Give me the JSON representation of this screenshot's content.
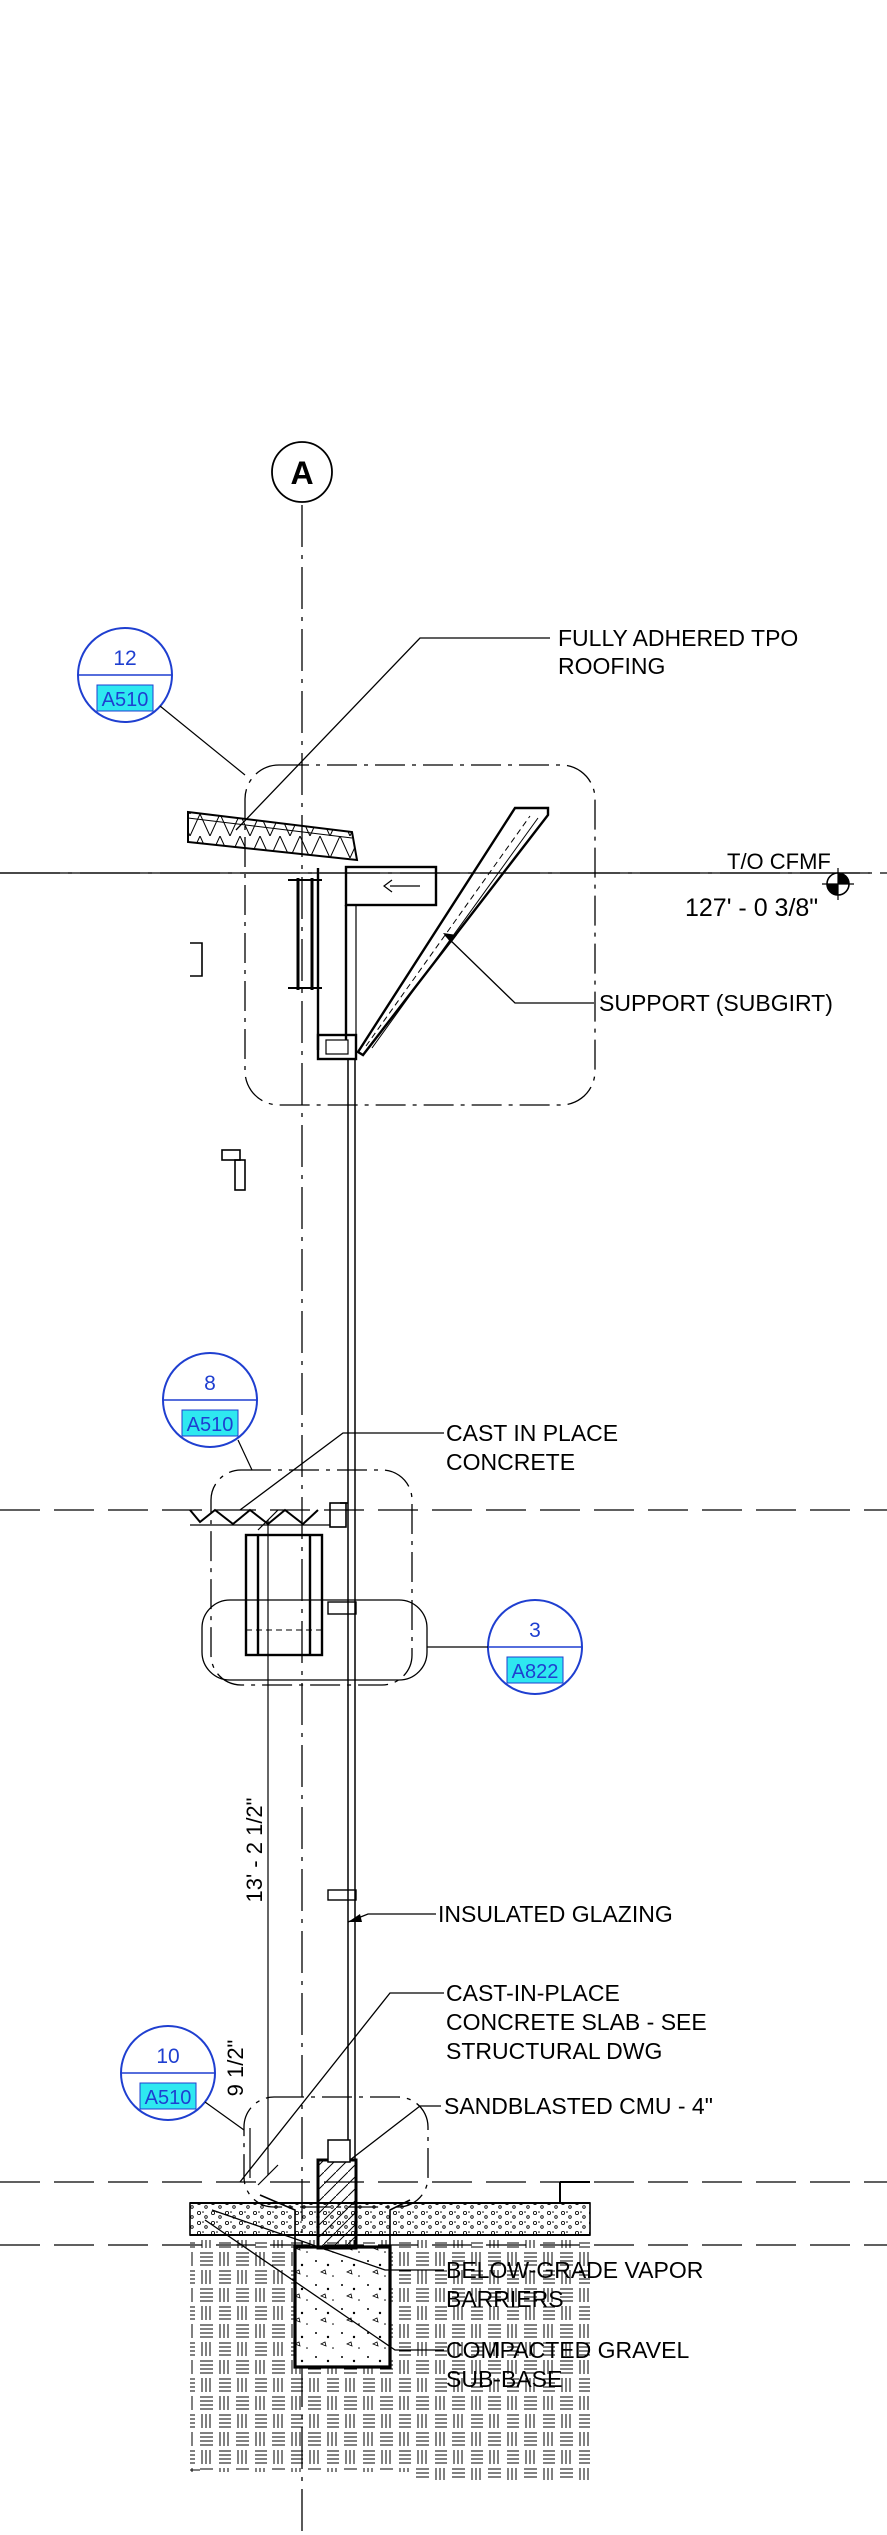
{
  "colors": {
    "line": "#000000",
    "callout": "#1f3fd0",
    "callout_fill": "#2ee8f0"
  },
  "grid_tag": "A",
  "elevation": {
    "label": "T/O CFMF",
    "value": "127' - 0 3/8\""
  },
  "callouts": [
    {
      "number": "12",
      "sheet": "A510"
    },
    {
      "number": "8",
      "sheet": "A510"
    },
    {
      "number": "3",
      "sheet": "A822"
    },
    {
      "number": "10",
      "sheet": "A510"
    }
  ],
  "notes": {
    "roofing": [
      "FULLY ADHERED TPO",
      "ROOFING"
    ],
    "support": [
      "SUPPORT (SUBGIRT)"
    ],
    "concrete": [
      "CAST IN PLACE",
      "CONCRETE"
    ],
    "glazing": [
      "INSULATED GLAZING"
    ],
    "slab": [
      "CAST-IN-PLACE",
      "CONCRETE SLAB - SEE",
      "STRUCTURAL DWG"
    ],
    "cmu": [
      "SANDBLASTED CMU - 4\""
    ],
    "vapor": [
      "BELOW-GRADE VAPOR",
      "BARRIERS"
    ],
    "gravel": [
      "COMPACTED GRAVEL",
      "SUB-BASE"
    ]
  },
  "dimensions": {
    "height": "13' - 2 1/2\"",
    "small": "9 1/2\""
  }
}
